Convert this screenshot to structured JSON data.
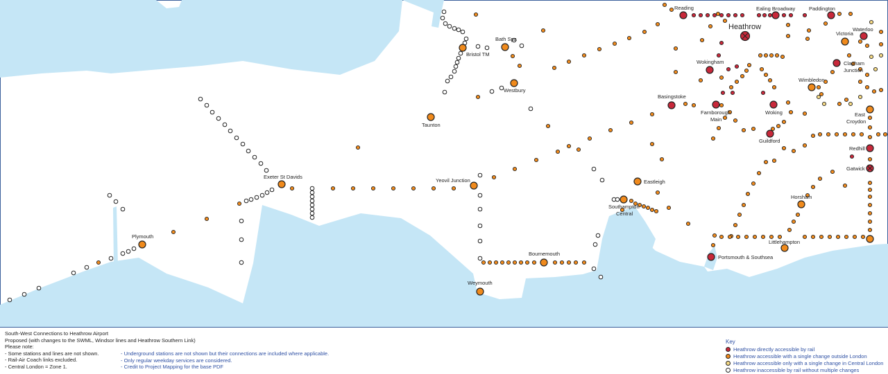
{
  "colors": {
    "sea": "#c5e6f6",
    "direct": "#c8283a",
    "single_outside": "#f08a1c",
    "central_london": "#f5d985",
    "inaccessible": "#ffffff"
  },
  "labels": {
    "heathrow": "Heathrow",
    "reading": "Reading",
    "ealing": "Ealing Broadway",
    "paddington": "Paddington",
    "waterloo": "Waterloo",
    "victoria": "Victoria",
    "clapham": "Clapham",
    "clapham2": "Junction",
    "wokingham": "Wokingham",
    "wimbledon": "Wimbledon",
    "basingstoke": "Basingstoke",
    "farnborough": "Farnborough",
    "farnborough2": "Main",
    "woking": "Woking",
    "east_croydon": "East",
    "east_croydon2": "Croydon",
    "guildford": "Guildford",
    "redhill": "Redhill",
    "gatwick": "Gatwick",
    "horsham": "Horsham",
    "littlehampton": "Littlehampton",
    "portsmouth": "Portsmouth & Southsea",
    "eastleigh": "Eastleigh",
    "southampton": "Southampton",
    "southampton2": "Central",
    "bournemouth": "Bournemouth",
    "weymouth": "Weymouth",
    "yeovil": "Yeovil Junction",
    "exeter": "Exeter St Davids",
    "plymouth": "Plymouth",
    "taunton": "Taunton",
    "westbury": "Westbury",
    "bath": "Bath Spa",
    "bristol": "Bristol TM"
  },
  "notes": {
    "title": "South-West Connections to Heathrow Airport",
    "subtitle": "Proposed (with changes to the SWML, Windsor lines and Heathrow Southern Link)",
    "note_heading": "Please note:",
    "note1": "- Some stations and lines are not shown.",
    "note2": "- Rail-Air Coach links excluded.",
    "note3": "- Central London = Zone 1.",
    "note4": "- Underground stations are not shown but their connections are included where applicable.",
    "note5": "- Only regular weekday services are considered.",
    "note6": "- Credit to Project Mapping for the base PDF"
  },
  "key": {
    "title": "Key",
    "items": [
      {
        "label": "Heathrow directly accessible by rail",
        "color": "#c8283a"
      },
      {
        "label": "Heathrow accessible with a single change outside London",
        "color": "#f08a1c"
      },
      {
        "label": "Heathrow accessible only with a single change in Central London",
        "color": "#f5d985"
      },
      {
        "label": "Heathrow inaccessible by rail without multiple changes",
        "color": "#ffffff"
      }
    ]
  }
}
